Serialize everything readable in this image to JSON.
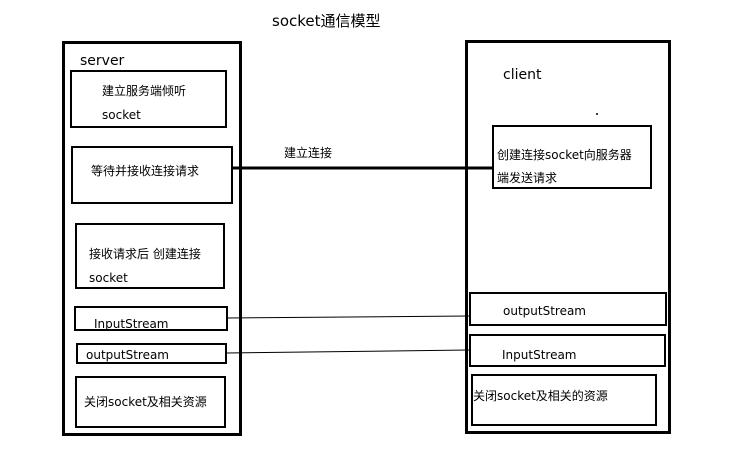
{
  "title": "socket通信模型",
  "server": {
    "label": "server",
    "listen": [
      "建立服务端倾听",
      "socket"
    ],
    "wait": "等待并接收连接请求",
    "accept": [
      "接收请求后 创建连接",
      "socket"
    ],
    "input_stream": "InputStream",
    "output_stream": "outputStream",
    "close": "关闭socket及相关资源"
  },
  "client": {
    "label": "client",
    "connect": [
      "创建连接socket向服务器",
      "端发送请求"
    ],
    "output_stream": "outputStream",
    "input_stream": "InputStream",
    "close": "关闭socket及相关的资源"
  },
  "connection_label": "建立连接"
}
